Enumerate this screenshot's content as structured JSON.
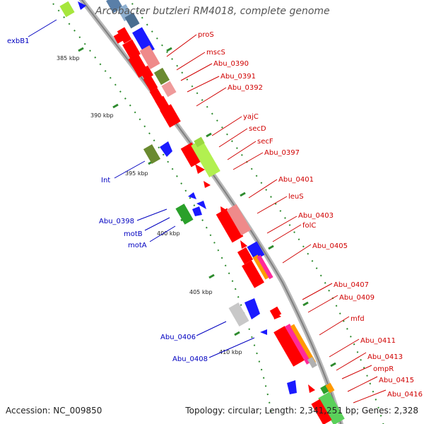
{
  "title": "Arcobacter butzleri RM4018, complete genome",
  "footer": {
    "accession": "Accession: NC_009850",
    "topology": "Topology: circular; Length: 2,341,251 bp; Genes: 2,328"
  },
  "colors": {
    "forward_label": "#d00000",
    "reverse_label": "#0000c0",
    "tick": "#2e8b2e",
    "backbone": "#999999"
  },
  "kbp_ticks": [
    "385 kbp",
    "390 kbp",
    "395 kbp",
    "400 kbp",
    "405 kbp",
    "410 kbp"
  ],
  "forward_genes": [
    "proS",
    "mscS",
    "Abu_0390",
    "Abu_0391",
    "Abu_0392",
    "yajC",
    "secD",
    "secF",
    "Abu_0397",
    "Abu_0401",
    "leuS",
    "Abu_0403",
    "folC",
    "Abu_0405",
    "Abu_0407",
    "Abu_0409",
    "mfd",
    "Abu_0411",
    "Abu_0413",
    "ompR",
    "Abu_0415",
    "Abu_0416"
  ],
  "reverse_genes": [
    "exbB1",
    "Int",
    "Abu_0398",
    "motB",
    "motA",
    "Abu_0406",
    "Abu_0408"
  ]
}
